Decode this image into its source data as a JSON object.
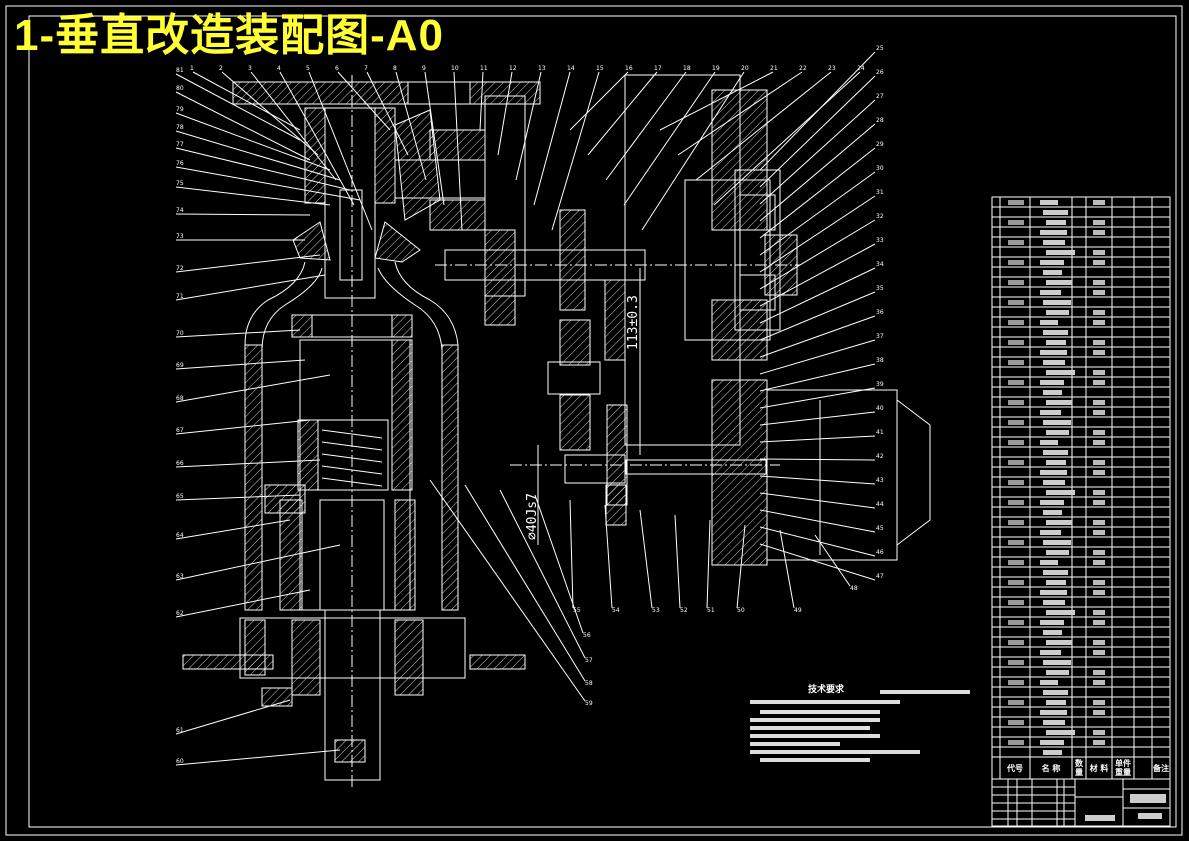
{
  "title": "1-垂直改造装配图-A0",
  "colors": {
    "background": "#000000",
    "lines": "#ffffff",
    "title": "#ffff33"
  },
  "dimensions": {
    "vertical_center": "113±0.3",
    "diameter_fit": "⌀40Js7"
  },
  "technical_requirements": {
    "heading": "技术要求"
  },
  "part_labels": {
    "left": [
      "81",
      "80",
      "79",
      "78",
      "77",
      "76",
      "75",
      "74",
      "73",
      "72",
      "71",
      "70",
      "69",
      "68",
      "67",
      "66",
      "65",
      "64",
      "63",
      "62",
      "61",
      "60"
    ],
    "top": [
      "1",
      "2",
      "3",
      "4",
      "5",
      "6",
      "7",
      "8",
      "9",
      "10",
      "11",
      "12",
      "13",
      "14",
      "15",
      "16",
      "17",
      "18",
      "19",
      "20",
      "21",
      "22",
      "23",
      "24"
    ],
    "right": [
      "25",
      "26",
      "27",
      "28",
      "29",
      "30",
      "31",
      "32",
      "33",
      "34",
      "35",
      "36",
      "37",
      "38",
      "39",
      "40",
      "41",
      "42",
      "43",
      "44",
      "45",
      "46",
      "47"
    ],
    "bottom": [
      "59",
      "58",
      "57",
      "56",
      "55",
      "54",
      "53",
      "52",
      "51",
      "50",
      "49",
      "48"
    ]
  },
  "bom_header": {
    "code": "代号",
    "name": "名 称",
    "qty": "数量",
    "material": "材 料",
    "weight": "单件重量",
    "remark": "备注"
  }
}
